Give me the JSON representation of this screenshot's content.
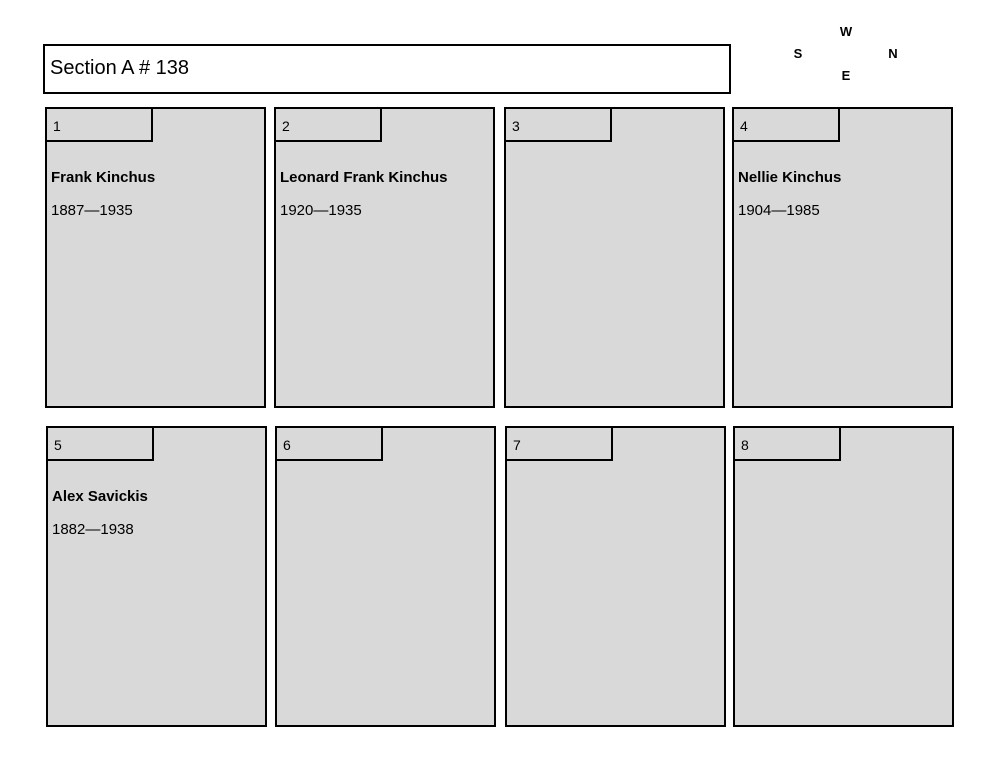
{
  "header": {
    "title": "Section A # 138"
  },
  "compass": {
    "top": "W",
    "left": "S",
    "right": "N",
    "bottom": "E"
  },
  "plots": [
    {
      "number": "1",
      "name": "Frank Kinchus",
      "dates": "1887—1935"
    },
    {
      "number": "2",
      "name": "Leonard Frank Kinchus",
      "dates": "1920—1935"
    },
    {
      "number": "3",
      "name": "",
      "dates": ""
    },
    {
      "number": "4",
      "name": "Nellie Kinchus",
      "dates": "1904—1985"
    },
    {
      "number": "5",
      "name": "Alex Savickis",
      "dates": "1882—1938"
    },
    {
      "number": "6",
      "name": "",
      "dates": ""
    },
    {
      "number": "7",
      "name": "",
      "dates": ""
    },
    {
      "number": "8",
      "name": "",
      "dates": ""
    }
  ]
}
